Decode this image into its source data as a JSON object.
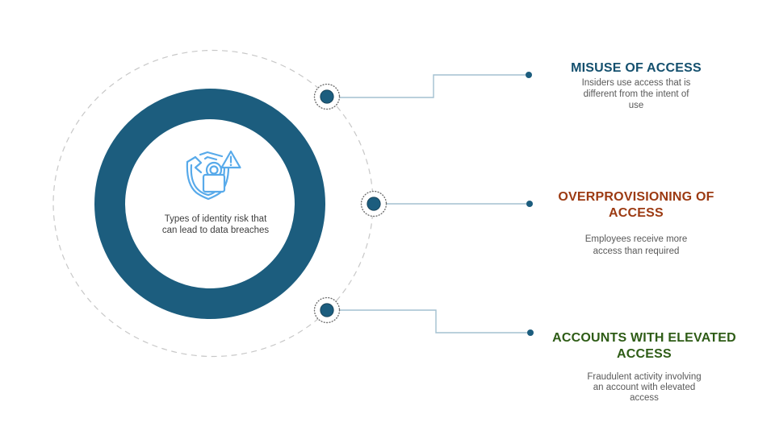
{
  "title": "Identity risk infographic",
  "colors": {
    "ring_teal": "#1c5d7e",
    "node_fill": "#1c5d7e",
    "connector_line": "#a3c0d0",
    "dashed_orbit": "#c8c8c8",
    "icon_blue": "#58aaea",
    "heading_misuse": "#14506e",
    "heading_overprovisioning": "#9c3a12",
    "heading_elevated": "#2e5c16",
    "body_gray": "#595959",
    "center_text": "#404040"
  },
  "center": {
    "icon": "shield-lock-warning-icon",
    "label_lines": [
      "Types of identity risk that",
      "can lead to data breaches"
    ]
  },
  "blocks": [
    {
      "id": "misuse-of-access",
      "heading_lines": [
        "MISUSE OF ACCESS"
      ],
      "heading_color": "#14506e",
      "body_lines": [
        "Insiders use access that is",
        "different from the intent of",
        "use"
      ]
    },
    {
      "id": "overprovisioning-of-access",
      "heading_lines": [
        "OVERPROVISIONING OF",
        "ACCESS"
      ],
      "heading_color": "#9c3a12",
      "body_lines": [
        "Employees receive more",
        "access than required"
      ]
    },
    {
      "id": "accounts-with-elevated-access",
      "heading_lines": [
        "ACCOUNTS WITH ELEVATED",
        "ACCESS"
      ],
      "heading_color": "#2e5c16",
      "body_lines": [
        "Fraudulent activity involving",
        "an account with elevated",
        "access"
      ]
    }
  ]
}
